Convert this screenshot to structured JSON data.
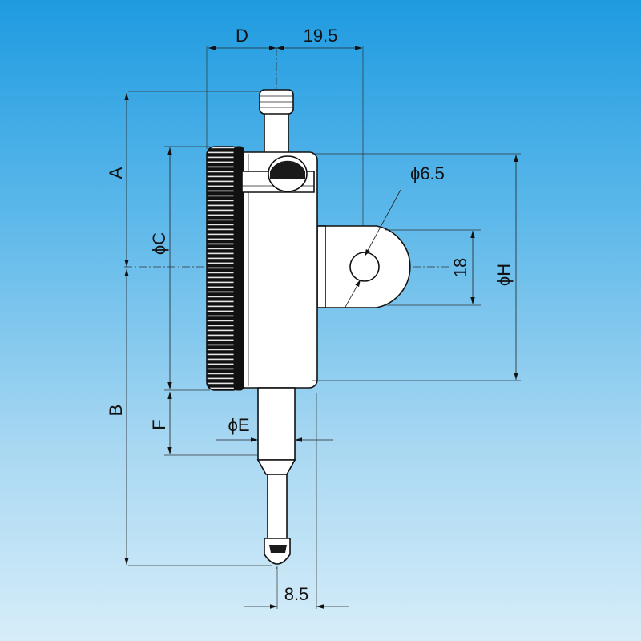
{
  "colors": {
    "background_top": "#1e9be1",
    "background_bottom": "#d6edf9",
    "line": "#111111",
    "body_fill": "#ffffff",
    "bezel_fill": "#1a1a1a"
  },
  "labels": {
    "d": "D",
    "w19_5": "19.5",
    "a": "A",
    "phi_c": "ϕC",
    "phi6_5": "ϕ6.5",
    "h18": "18",
    "phi_h": "ϕH",
    "b": "B",
    "f": "F",
    "phi_e": "ϕE",
    "w8_5": "8.5"
  }
}
